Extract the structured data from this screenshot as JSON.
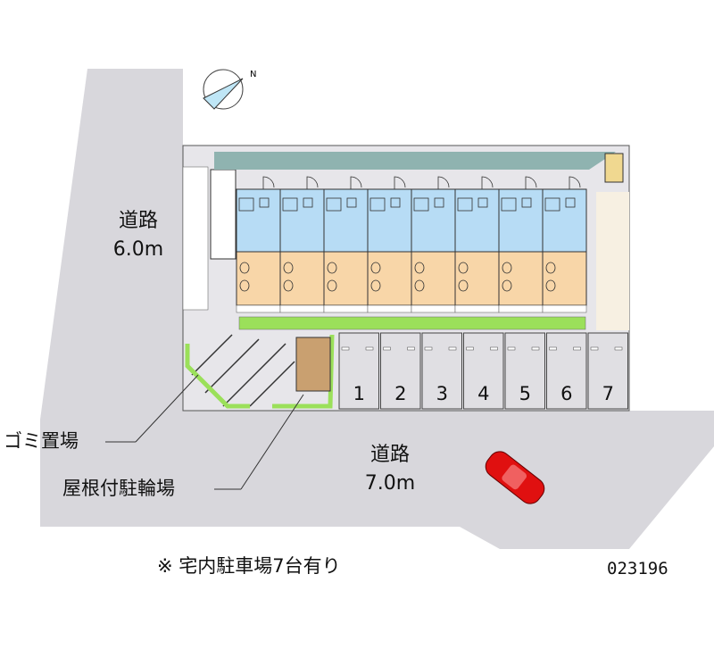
{
  "compass": {
    "label": "N"
  },
  "roads": [
    {
      "name": "道路",
      "width": "6.0m"
    },
    {
      "name": "道路",
      "width": "7.0m"
    }
  ],
  "callouts": {
    "garbage": "ゴミ置場",
    "bicycle": "屋根付駐輪場"
  },
  "parking": [
    "1",
    "2",
    "3",
    "4",
    "5",
    "6",
    "7"
  ],
  "units_count": 8,
  "footnote": "※ 宅内駐車場7台有り",
  "property_id": "023196",
  "colors": {
    "road": "#d8d7dc",
    "wet": "#b7dcf5",
    "room": "#f8d6a8",
    "green": "#9be05a",
    "eave": "#8fb3b0",
    "car": "#e01010"
  }
}
